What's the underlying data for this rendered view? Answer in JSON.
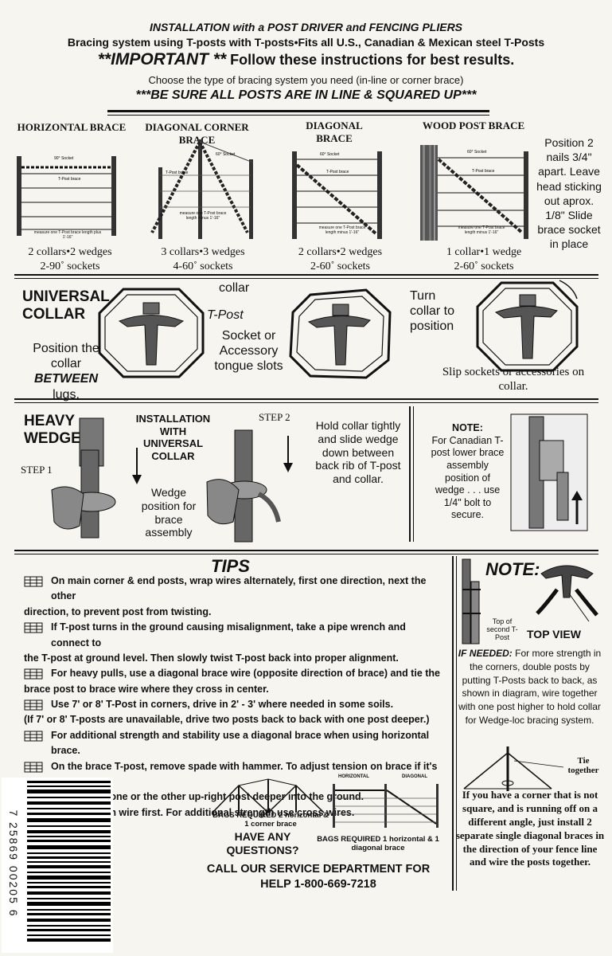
{
  "header": {
    "line1": "INSTALLATION with a POST DRIVER and FENCING PLIERS",
    "line2": "Bracing system using T-posts with T-posts•Fits all U.S., Canadian & Mexican steel T-Posts",
    "important": "**IMPORTANT **",
    "follow": " Follow these instructions for best results.",
    "choose": "Choose the type of bracing system you need (in-line or corner brace)",
    "squared": "***BE SURE ALL POSTS ARE IN LINE & SQUARED UP***"
  },
  "braces": [
    {
      "title": "HORIZONTAL BRACE",
      "line1": "2 collars•2 wedges",
      "line2": "2-90˚ sockets",
      "socket": "90° Socket",
      "member": "T-Post brace",
      "measure": "measure one T-Post brace length plus 1'-16\""
    },
    {
      "title": "DIAGONAL CORNER BRACE",
      "line1": "3 collars•3 wedges",
      "line2": "4-60˚ sockets",
      "socket": "60° Socket",
      "member": "T-Post brace",
      "measure": "measure one T-Post brace length minus 1'-16\""
    },
    {
      "title": "DIAGONAL BRACE",
      "line1": "2 collars•2 wedges",
      "line2": "2-60˚ sockets",
      "socket": "60° Socket",
      "member": "T-Post brace",
      "measure": "measure one T-Post brace length minus 1'-16\""
    },
    {
      "title": "WOOD POST BRACE",
      "line1": "1 collar•1 wedge",
      "line2": "2-60˚ sockets",
      "socket": "60° Socket",
      "member": "T-Post brace",
      "measure": "measure one T-Post brace length minus 1'-16\""
    }
  ],
  "wood_note": "Position 2 nails 3/4\" apart. Leave head sticking out aprox. 1/8\" Slide brace socket in place",
  "collar": {
    "title": "UNIVERSAL COLLAR",
    "collar_label": "collar",
    "tpost_label": "T-Post",
    "socket_label": "Socket or Accessory tongue slots",
    "position_pre": "Position the collar ",
    "between": "BETWEEN",
    "position_post": " lugs.",
    "turn": "Turn collar to position",
    "slip": "Slip sockets or accessories on collar."
  },
  "wedge": {
    "title": "HEAVY WEDGE",
    "install": "INSTALLATION WITH UNIVERSAL COLLAR",
    "step1": "STEP 1",
    "step2": "STEP 2",
    "position": "Wedge position for brace assembly",
    "hold": "Hold collar tightly and slide wedge down between back rib of T-post and collar.",
    "note_title": "NOTE:",
    "note_body": "For Canadian T-post lower brace assembly position of wedge . . . use 1/4\" bolt to secure."
  },
  "tips": {
    "title": "TIPS",
    "items": [
      {
        "text": "On main corner & end posts, wrap wires alternately, first one direction, next the other",
        "cont": "direction, to prevent  post from twisting."
      },
      {
        "text": "If T-post turns in the ground causing misalignment, take a pipe wrench and connect to",
        "cont": "the T-post at ground level.  Then slowly twist T-post back into proper alignment."
      },
      {
        "text": "For heavy pulls, use a diagonal brace wire (opposite direction of brace) and tie the",
        "cont": "brace post to brace wire where they cross in center."
      },
      {
        "text": "Use 7' or 8' T-Post in corners, drive in 2' - 3' where needed in some soils.",
        "cont": "(If 7' or 8' T-posts are unavailable, drive two posts back to back with one post deeper.)"
      },
      {
        "text": "For additional strength and stability use a diagonal brace when using horizontal brace.",
        "cont": ""
      },
      {
        "text": "On the brace T-post, remove spade with  hammer. To adjust tension on brace if it's too",
        "cont": "loose or tight, tap one or the other up-right post deeper into the ground."
      },
      {
        "text": "Install bottom wire first. For additional strength use cross wires.",
        "cont": ""
      }
    ]
  },
  "bags": {
    "left": "BAGS REQUIRED 2 horizontal & 1 corner brace",
    "right": "BAGS REQUIRED 1 horizontal & 1 diagonal brace",
    "horizontal": "HORIZONTAL",
    "diagonal": "DIAGONAL"
  },
  "questions": "HAVE ANY QUESTIONS?",
  "service": "CALL OUR SERVICE DEPARTMENT FOR HELP 1-800-669-7218",
  "side_note": {
    "title": "NOTE:",
    "top_of_second": "Top of second T-Post",
    "top_view": "TOP VIEW",
    "if_needed": "IF NEEDED:",
    "body": " For more strength in the corners, double posts by putting T-Posts back to back, as shown in diagram, wire together with one post higher to hold collar for Wedge-loc bracing system.",
    "tie": "Tie together",
    "corner": "If you have a corner that is not square, and is running off on a different angle, just install 2 separate single diagonal braces in the direction of your fence line and wire the posts together."
  },
  "barcode": "7 25869 00205 6"
}
